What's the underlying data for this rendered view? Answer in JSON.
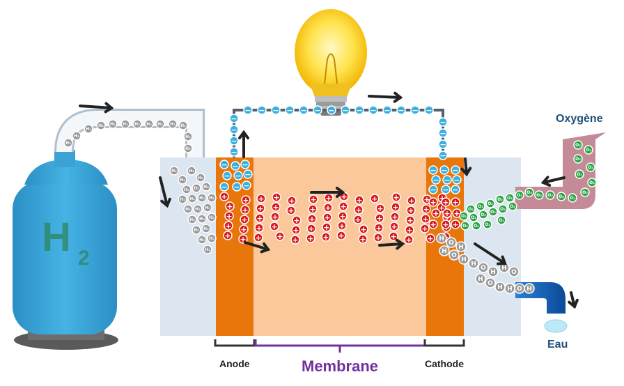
{
  "labels": {
    "oxygen": "Oxygène",
    "water": "Eau",
    "anode": "Anode",
    "membrane": "Membrane",
    "cathode": "Cathode",
    "tank": "H",
    "tank_sub": "2"
  },
  "particles": {
    "hydrogen": "H₂",
    "oxygen": "O₂",
    "water_h": "H",
    "water_o": "O",
    "electron": "−",
    "proton": "+"
  },
  "colors": {
    "tank": "#3aa3d6",
    "anode_cathode": "#e8760a",
    "membrane": "#fbc89b",
    "chamber": "#dfe7f0",
    "proton": "#d7191c",
    "electron": "#3ab0e0",
    "oxygen": "#2ca444",
    "water": "#9a9a9a",
    "wire": "#56606a",
    "oxygen_pipe": "#c48a98",
    "water_pipe": "#1f6fc0"
  }
}
